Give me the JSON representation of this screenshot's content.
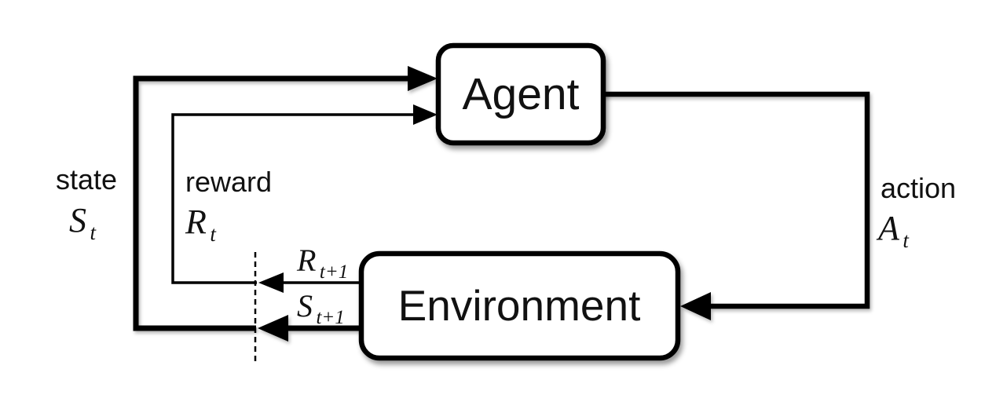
{
  "diagram": {
    "description": "Reinforcement learning agent-environment interaction loop",
    "background_color": "#ffffff",
    "stroke_color": "#000000",
    "box_fill_color": "#ffffff",
    "nodes": {
      "agent": {
        "label": "Agent"
      },
      "environment": {
        "label": "Environment"
      }
    },
    "edges": {
      "state": {
        "word": "state",
        "symbol": "S",
        "subscript": "t"
      },
      "reward": {
        "word": "reward",
        "symbol": "R",
        "subscript": "t"
      },
      "action": {
        "word": "action",
        "symbol": "A",
        "subscript": "t"
      },
      "next_reward": {
        "symbol": "R",
        "subscript": "t+1"
      },
      "next_state": {
        "symbol": "S",
        "subscript": "t+1"
      }
    }
  }
}
